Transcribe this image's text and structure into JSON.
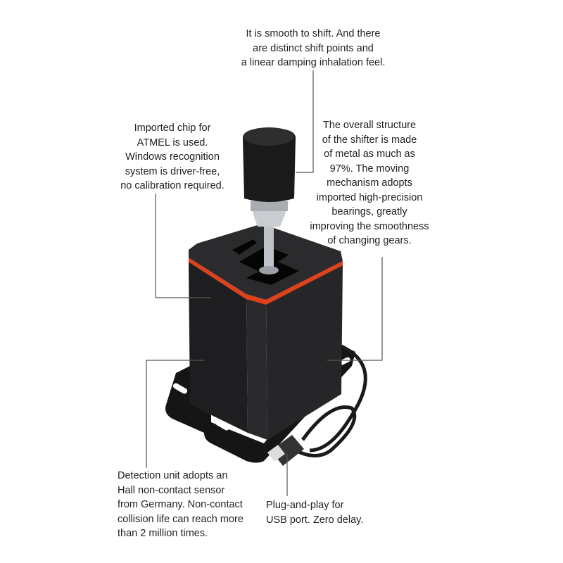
{
  "callouts": {
    "shift_feel": [
      "It is smooth to shift. And there",
      "are distinct shift points and",
      "a linear damping inhalation feel."
    ],
    "chip": [
      "Imported chip for",
      "ATMEL is used.",
      "Windows recognition",
      "system is driver-free,",
      "no calibration required."
    ],
    "structure": [
      "The overall structure",
      "of the shifter is made",
      "of metal as much as",
      "97%. The moving",
      "mechanism adopts",
      "imported high-precision",
      "bearings, greatly",
      "improving the smoothness",
      "of changing gears."
    ],
    "sensor": [
      "Detection unit adopts an",
      "Hall non-contact sensor",
      "from Germany. Non-contact",
      "collision life can reach more",
      "than 2 million times."
    ],
    "usb": [
      "Plug-and-play for",
      "USB port. Zero delay."
    ]
  },
  "colors": {
    "accent_band": "#e0401a",
    "body": "#1c1c1e",
    "line": "#555555"
  }
}
